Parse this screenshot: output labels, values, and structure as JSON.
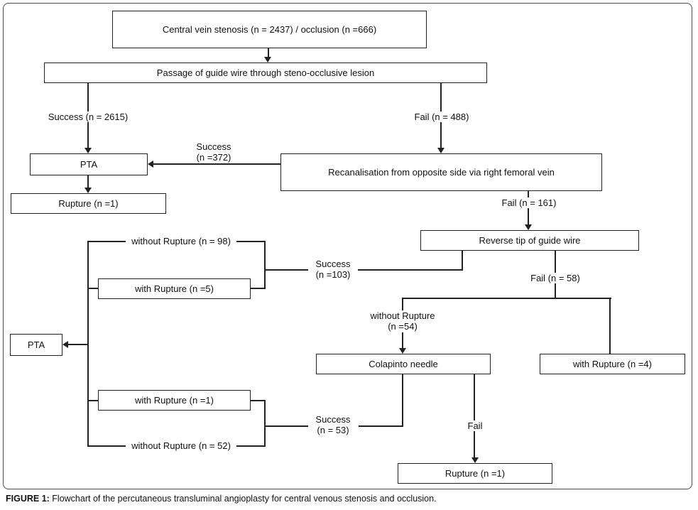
{
  "caption": {
    "prefix": "FIGURE 1:",
    "text": " Flowchart of the percutaneous transluminal angioplasty for central venous stenosis and occlusion."
  },
  "nodes": {
    "central": "Central vein stenosis (n = 2437) / occlusion (n =666)",
    "passage": "Passage of guide wire through steno-occlusive lesion",
    "pta_top": "PTA",
    "rupture_top": "Rupture (n =1)",
    "recanalisation": "Recanalisation from opposite side via right femoral vein",
    "reverse_tip": "Reverse tip of guide wire",
    "with_rupture_5": "with Rupture (n =5)",
    "pta_left": "PTA",
    "colapinto": "Colapinto needle",
    "with_rupture_4": "with Rupture (n =4)",
    "with_rupture_1": "with Rupture (n =1)",
    "rupture_bottom": "Rupture (n =1)"
  },
  "edges": {
    "success_2615": "Success (n = 2615)",
    "fail_488": "Fail (n = 488)",
    "success_372_line1": "Success",
    "success_372_line2": "(n =372)",
    "fail_161": "Fail (n = 161)",
    "success_103_line1": "Success",
    "success_103_line2": "(n =103)",
    "fail_58": "Fail (n = 58)",
    "without_rupture_98": "without Rupture (n = 98)",
    "without_rupture_54_line1": "without Rupture",
    "without_rupture_54_line2": "(n =54)",
    "success_53_line1": "Success",
    "success_53_line2": "(n = 53)",
    "fail_colapinto": "Fail",
    "without_rupture_52": "without Rupture (n = 52)"
  },
  "colors": {
    "line": "#222222",
    "border": "#4a4a4a",
    "background": "#ffffff"
  }
}
